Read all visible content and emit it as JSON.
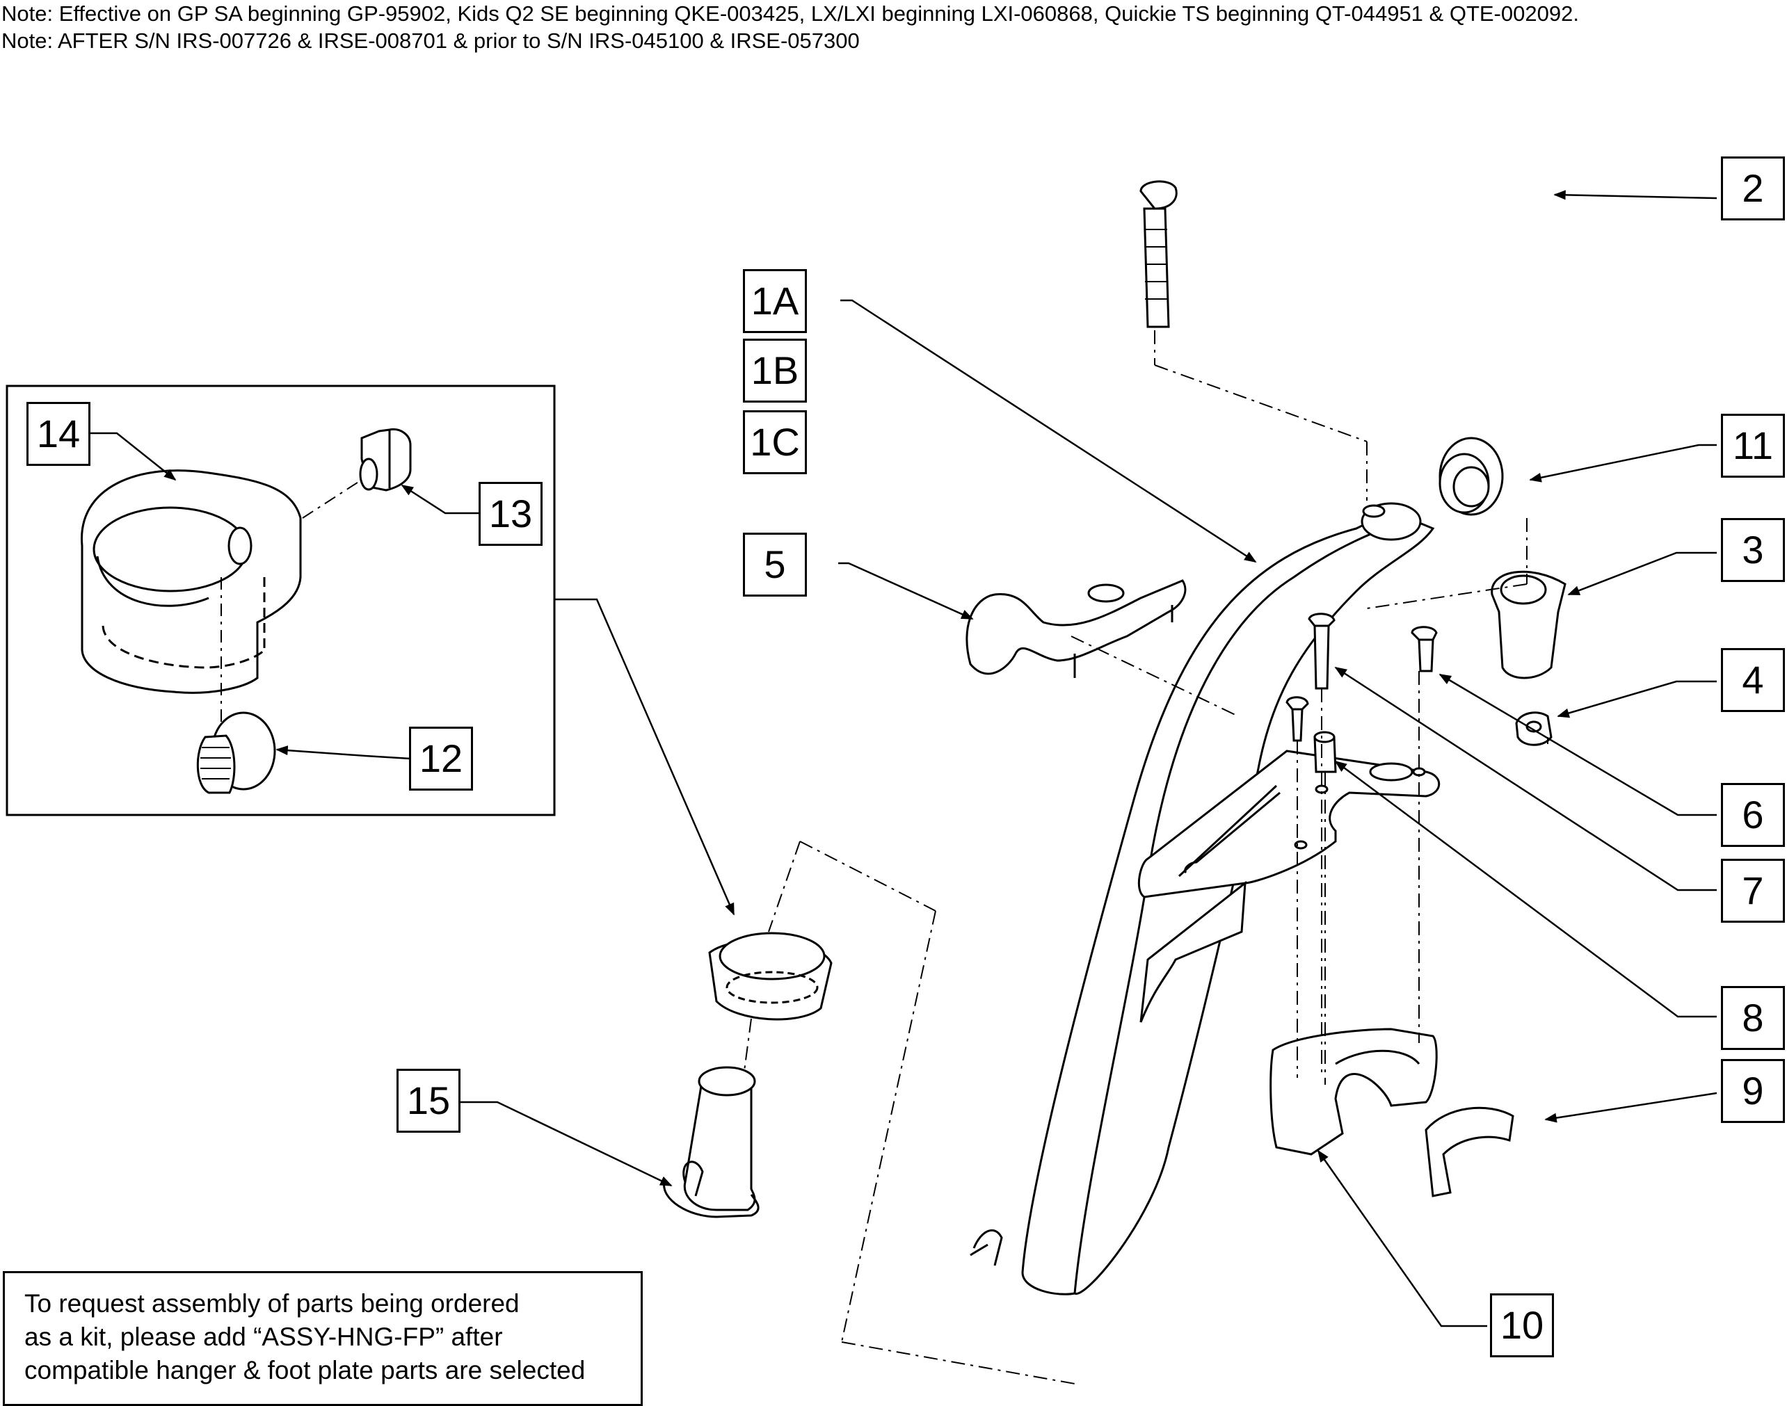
{
  "notes": [
    "Note: Effective on GP SA beginning GP-95902, Kids Q2 SE beginning QKE-003425, LX/LXI beginning LXI-060868, Quickie TS beginning QT-044951 & QTE-002092.",
    "Note: AFTER S/N IRS-007726 & IRSE-008701 & prior to S/N IRS-045100 & IRSE-057300"
  ],
  "callouts": {
    "c1A": "1A",
    "c1B": "1B",
    "c1C": "1C",
    "c2": "2",
    "c3": "3",
    "c4": "4",
    "c5": "5",
    "c6": "6",
    "c7": "7",
    "c8": "8",
    "c9": "9",
    "c10": "10",
    "c11": "11",
    "c12": "12",
    "c13": "13",
    "c14": "14",
    "c15": "15"
  },
  "kit_note": [
    "To request assembly of parts being ordered",
    "as a kit, please add “ASSY-HNG-FP” after",
    "compatible hanger & foot plate parts are selected"
  ],
  "colors": {
    "line": "#000000",
    "background": "#ffffff"
  }
}
